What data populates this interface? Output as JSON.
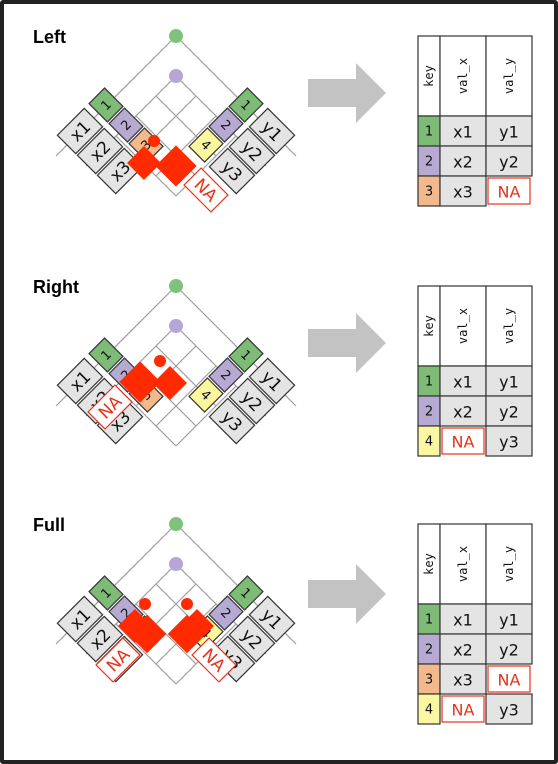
{
  "colors": {
    "k1": "#7dbb76",
    "k2": "#b6a9d2",
    "k3": "#f3b98a",
    "k4": "#fbf6a0",
    "cell": "#e4e4e4",
    "na_cell": "#ffffff",
    "na_text": "#e8311a",
    "match_red": "#ff2a00",
    "dot_green": "#7cc47c",
    "dot_purple": "#b5a6d6",
    "arrow": "#c3c3c3"
  },
  "panels": [
    {
      "title": "Left",
      "left_table": [
        {
          "key": "1",
          "val": "x1"
        },
        {
          "key": "2",
          "val": "x2"
        },
        {
          "key": "3",
          "val": "x3"
        }
      ],
      "right_table": [
        {
          "key": "1",
          "val": "y1"
        },
        {
          "key": "2",
          "val": "y2"
        },
        {
          "key": "4",
          "val": "y3"
        }
      ],
      "result": {
        "headers": [
          "key",
          "val_x",
          "val_y"
        ],
        "rows": [
          {
            "key": "1",
            "val_x": "x1",
            "val_y": "y1"
          },
          {
            "key": "2",
            "val_x": "x2",
            "val_y": "y2"
          },
          {
            "key": "3",
            "val_x": "x3",
            "val_y": "NA"
          }
        ]
      }
    },
    {
      "title": "Right",
      "left_table": [
        {
          "key": "1",
          "val": "x1"
        },
        {
          "key": "2",
          "val": "x2"
        },
        {
          "key": "3",
          "val": "x3"
        }
      ],
      "right_table": [
        {
          "key": "1",
          "val": "y1"
        },
        {
          "key": "2",
          "val": "y2"
        },
        {
          "key": "4",
          "val": "y3"
        }
      ],
      "result": {
        "headers": [
          "key",
          "val_x",
          "val_y"
        ],
        "rows": [
          {
            "key": "1",
            "val_x": "x1",
            "val_y": "y1"
          },
          {
            "key": "2",
            "val_x": "x2",
            "val_y": "y2"
          },
          {
            "key": "4",
            "val_x": "NA",
            "val_y": "y3"
          }
        ]
      }
    },
    {
      "title": "Full",
      "left_table": [
        {
          "key": "1",
          "val": "x1"
        },
        {
          "key": "2",
          "val": "x2"
        },
        {
          "key": "3",
          "val": "x3"
        }
      ],
      "right_table": [
        {
          "key": "1",
          "val": "y1"
        },
        {
          "key": "2",
          "val": "y2"
        },
        {
          "key": "4",
          "val": "y3"
        }
      ],
      "result": {
        "headers": [
          "key",
          "val_x",
          "val_y"
        ],
        "rows": [
          {
            "key": "1",
            "val_x": "x1",
            "val_y": "y1"
          },
          {
            "key": "2",
            "val_x": "x2",
            "val_y": "y2"
          },
          {
            "key": "3",
            "val_x": "x3",
            "val_y": "NA"
          },
          {
            "key": "4",
            "val_x": "NA",
            "val_y": "y3"
          }
        ]
      }
    }
  ]
}
